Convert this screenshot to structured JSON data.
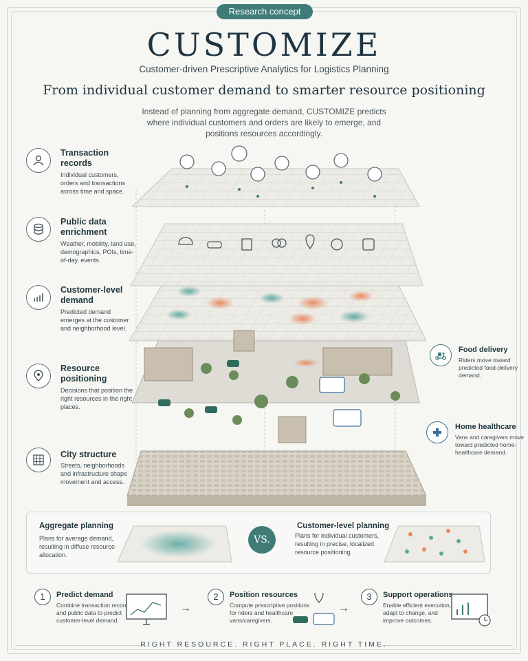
{
  "tag": "Research concept",
  "title": "CUSTOMIZE",
  "subtitle": "Customer-driven Prescriptive Analytics for Logistics Planning",
  "headline": "From individual customer demand to smarter resource positioning",
  "intro": "Instead of planning from aggregate demand, CUSTOMIZE predicts where individual customers and orders are likely to emerge, and positions resources accordingly.",
  "layers": [
    {
      "title": "Transaction records",
      "desc": "Individual customers, orders and transactions across time and space.",
      "icon": "user-icon"
    },
    {
      "title": "Public data enrichment",
      "desc": "Weather, mobility, land use, demographics, POIs, time-of-day, events.",
      "icon": "database-icon"
    },
    {
      "title": "Customer-level demand",
      "desc": "Predicted demand emerges at the customer and neighborhood level.",
      "icon": "chart-icon"
    },
    {
      "title": "Resource positioning",
      "desc": "Decisions that position the right resources in the right places.",
      "icon": "location-pin-icon"
    },
    {
      "title": "City structure",
      "desc": "Streets, neighborhoods and infrastructure shape movement and access.",
      "icon": "grid-icon"
    }
  ],
  "side": [
    {
      "title": "Food delivery",
      "desc": "Riders move toward predicted food-delivery demand.",
      "icon": "scooter-icon"
    },
    {
      "title": "Home healthcare",
      "desc": "Vans and caregivers move toward predicted home-healthcare demand.",
      "icon": "medical-cross-icon"
    }
  ],
  "compare": {
    "left_title": "Aggregate planning",
    "left_desc": "Plans for average demand, resulting in diffuse resource allocation.",
    "vs": "VS.",
    "right_title": "Customer-level planning",
    "right_desc": "Plans for individual customers, resulting in precise, localized resource positioning."
  },
  "steps": [
    {
      "num": "1",
      "title": "Predict demand",
      "desc": "Combine transaction records and public data to predict customer-level demand."
    },
    {
      "num": "2",
      "title": "Position resources",
      "desc": "Compute prescriptive positions for riders and healthcare vans/caregivers."
    },
    {
      "num": "3",
      "title": "Support operations",
      "desc": "Enable efficient execution, adapt to change, and improve outcomes."
    }
  ],
  "footer": "RIGHT RESOURCE. RIGHT PLACE. RIGHT TIME.",
  "colors": {
    "accent": "#3f7c78",
    "demand_hot": "#e8875c",
    "demand_cool": "#5fa8a0",
    "health": "#3a6f9b"
  }
}
